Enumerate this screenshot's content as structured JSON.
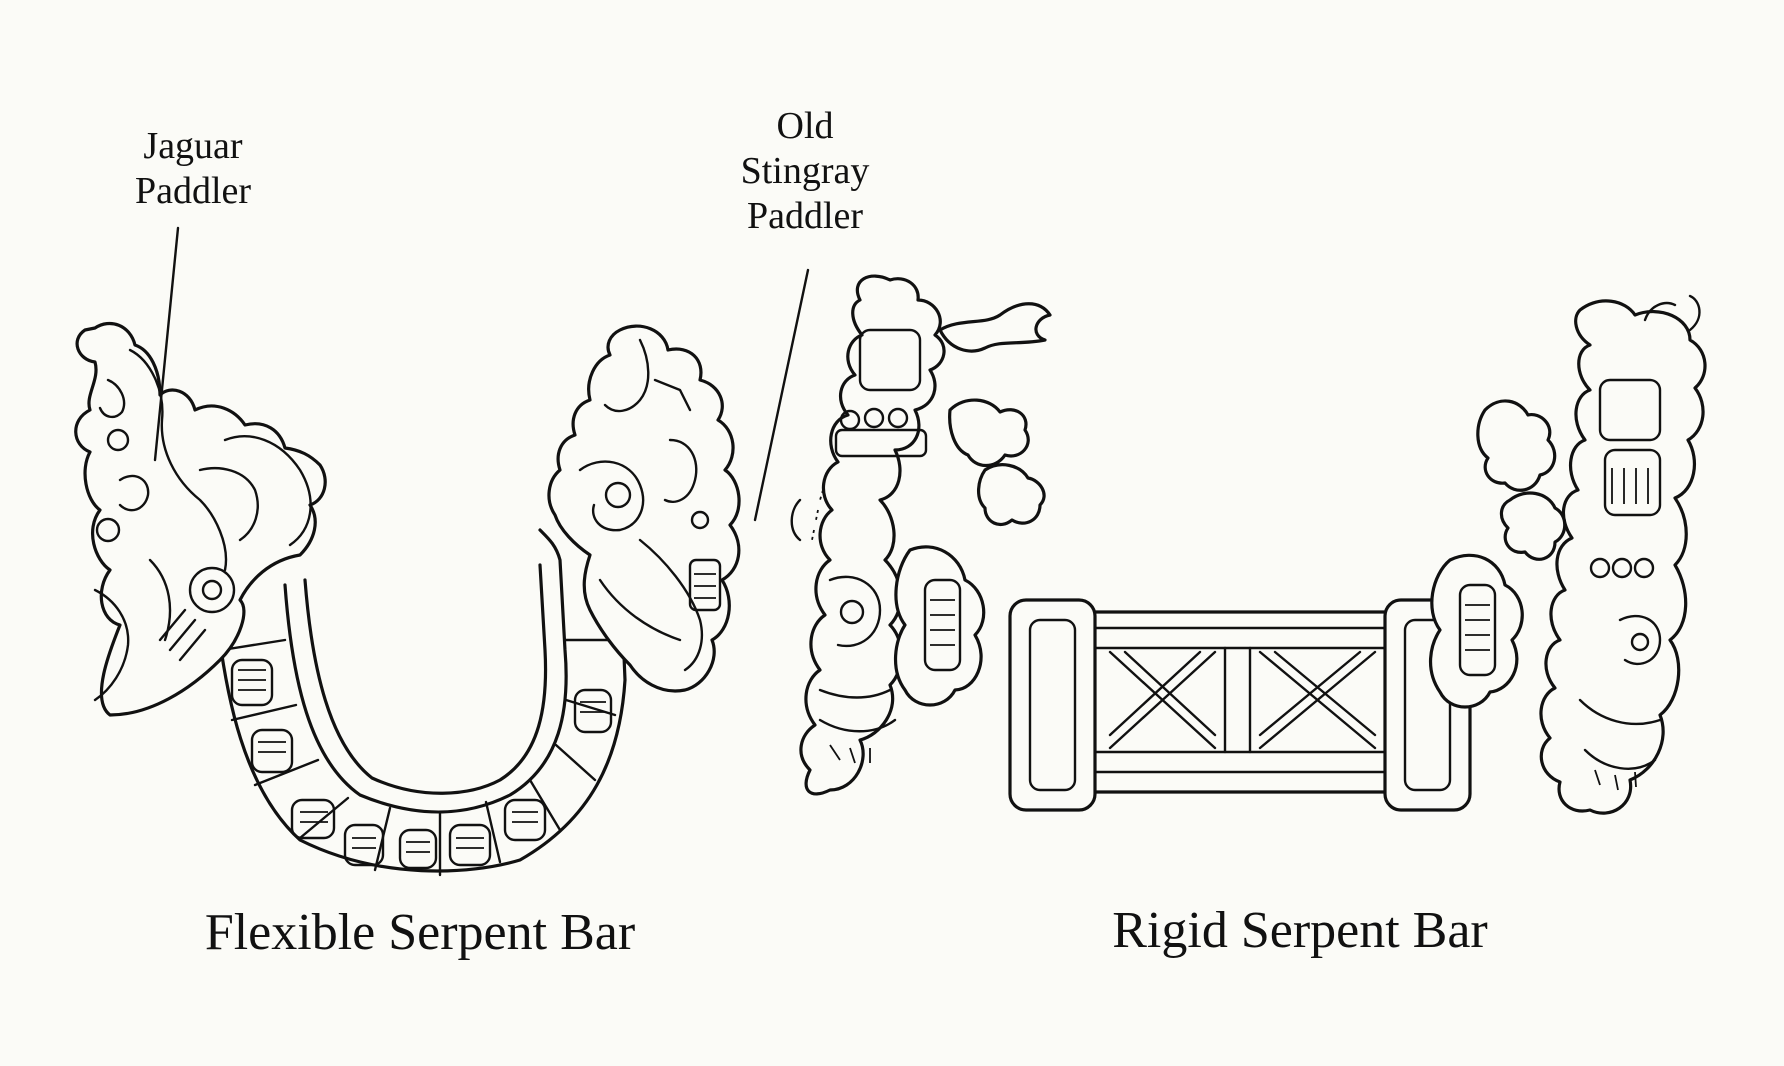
{
  "labels": {
    "jaguar": [
      "Jaguar",
      "Paddler"
    ],
    "stingray": [
      "Old",
      "Stingray",
      "Paddler"
    ]
  },
  "captions": {
    "flexible": "Flexible Serpent Bar",
    "rigid": "Rigid Serpent Bar"
  },
  "colors": {
    "ink": "#111111",
    "paper": "#fbfbf7"
  }
}
